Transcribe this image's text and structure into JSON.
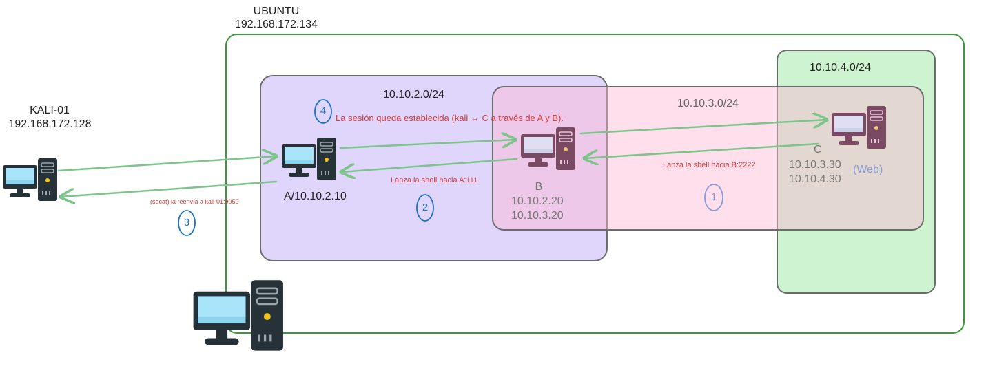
{
  "hosts": {
    "ubuntu": {
      "name": "UBUNTU",
      "ip": "192.168.172.134"
    },
    "kali": {
      "name": "KALI-01",
      "ip": "192.168.172.128"
    },
    "a": {
      "label": "A/10.10.2.10"
    },
    "b": {
      "name": "B",
      "ip1": "10.10.2.20",
      "ip2": "10.10.3.20"
    },
    "c": {
      "name": "C",
      "ip1": "10.10.3.30",
      "ip2": "10.10.4.30",
      "tag": "(Web)"
    }
  },
  "networks": {
    "net2": "10.10.2.0/24",
    "net3": "10.10.3.0/24",
    "net4": "10.10.4.0/24"
  },
  "steps": {
    "s1": {
      "num": "1",
      "text": "Lanza la shell hacia B:2222"
    },
    "s2": {
      "num": "2",
      "text": "Lanza la shell hacia A:111"
    },
    "s3": {
      "num": "3",
      "text": "(socat) la reenvía a kali-01:9050"
    },
    "s4": {
      "num": "4",
      "text": "La sesión queda establecida (kali ↔ C a través de A y B)."
    }
  },
  "colors": {
    "ubuntu_border": "#3a9a3a",
    "net2_fill": "#e0d6fb",
    "net3_fill": "#fcdce8",
    "net4_fill": "#cdf3d0",
    "arrow": "#7cc48a",
    "annotation_red": "#d23b3b",
    "step_circle_blue": "#1a6fbf"
  }
}
